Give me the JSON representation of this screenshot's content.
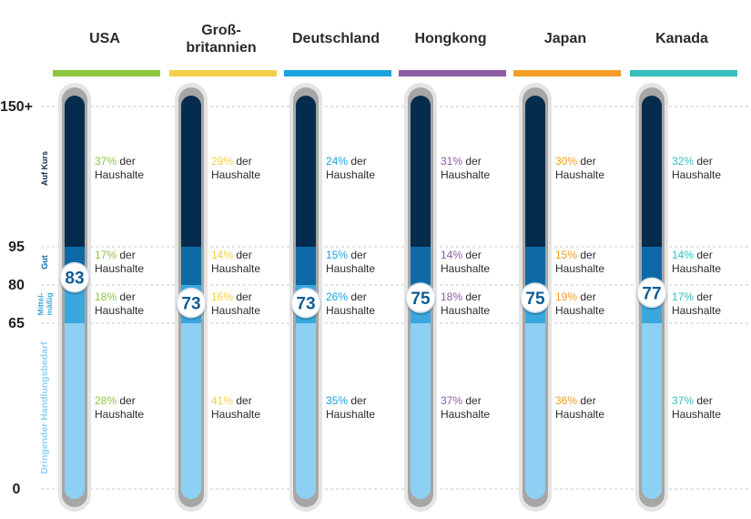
{
  "chart_data": {
    "type": "bar",
    "y_axis": {
      "ticks": [
        {
          "value": 0,
          "label": "0"
        },
        {
          "value": 65,
          "label": "65"
        },
        {
          "value": 80,
          "label": "80"
        },
        {
          "value": 95,
          "label": "95"
        },
        {
          "value": 150,
          "label": "150+"
        }
      ],
      "range": [
        0,
        150
      ],
      "grid": true
    },
    "bands": [
      {
        "name": "Dringender Handlungsbedarf",
        "from": 0,
        "to": 65,
        "color": "#8dd0f3"
      },
      {
        "name": "Mittel-\nmäßig",
        "from": 65,
        "to": 80,
        "color": "#3aa8de"
      },
      {
        "name": "Gut",
        "from": 80,
        "to": 95,
        "color": "#0e6aa6"
      },
      {
        "name": "Auf Kurs",
        "from": 95,
        "to": 150,
        "color": "#062c4d"
      }
    ],
    "unit_text": "der\nHaushalte",
    "series": [
      {
        "name": "USA",
        "color": "#8cc63f",
        "score": 83,
        "shares": {
          "Dringender Handlungsbedarf": 28,
          "Mittel-\nmäßig": 18,
          "Gut": 17,
          "Auf Kurs": 37
        }
      },
      {
        "name": "Groß-\nbritannien",
        "color": "#f2cf4a",
        "score": 73,
        "shares": {
          "Dringender Handlungsbedarf": 41,
          "Mittel-\nmäßig": 16,
          "Gut": 14,
          "Auf Kurs": 29
        }
      },
      {
        "name": "Deutschland",
        "color": "#1aa3df",
        "score": 73,
        "shares": {
          "Dringender Handlungsbedarf": 35,
          "Mittel-\nmäßig": 26,
          "Gut": 15,
          "Auf Kurs": 24
        }
      },
      {
        "name": "Hongkong",
        "color": "#8e5ba6",
        "score": 75,
        "shares": {
          "Dringender Handlungsbedarf": 37,
          "Mittel-\nmäßig": 18,
          "Gut": 14,
          "Auf Kurs": 31
        }
      },
      {
        "name": "Japan",
        "color": "#f39c28",
        "score": 75,
        "shares": {
          "Dringender Handlungsbedarf": 36,
          "Mittel-\nmäßig": 19,
          "Gut": 15,
          "Auf Kurs": 30
        }
      },
      {
        "name": "Kanada",
        "color": "#35bdbd",
        "score": 77,
        "shares": {
          "Dringender Handlungsbedarf": 37,
          "Mittel-\nmäßig": 17,
          "Gut": 14,
          "Auf Kurs": 32
        }
      }
    ]
  }
}
